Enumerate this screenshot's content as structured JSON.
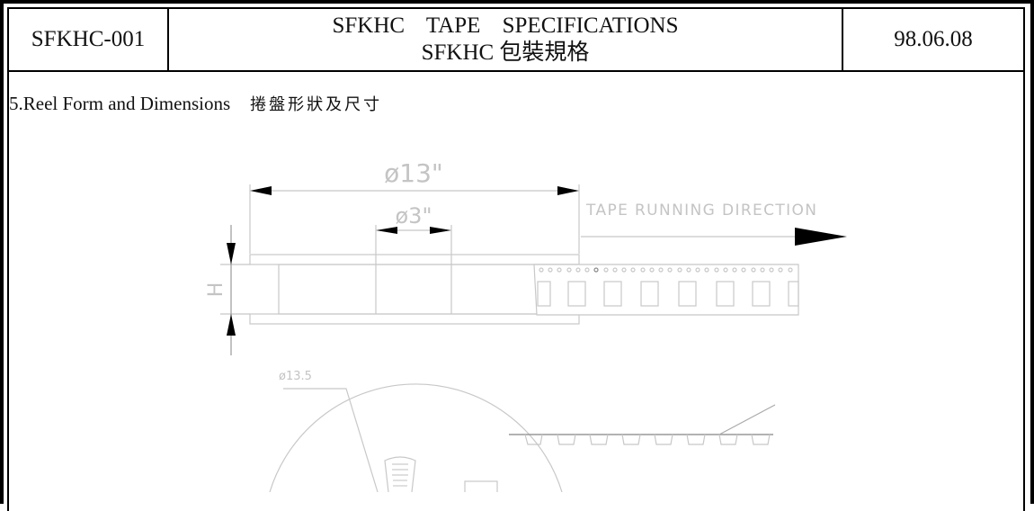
{
  "header": {
    "doc_code": "SFKHC-001",
    "title_line1": "SFKHC TAPE SPECIFICATIONS",
    "title_line2": "SFKHC 包裝規格",
    "date": "98.06.08"
  },
  "section": {
    "title": "5.Reel Form and Dimensions",
    "title_zh": "捲盤形狀及尺寸"
  },
  "drawing": {
    "reel_diameter": "ø13\"",
    "hub_diameter": "ø3\"",
    "direction_label": "TAPE RUNNING DIRECTION",
    "height_label": "H",
    "hole_diameter": "ø13.5"
  }
}
